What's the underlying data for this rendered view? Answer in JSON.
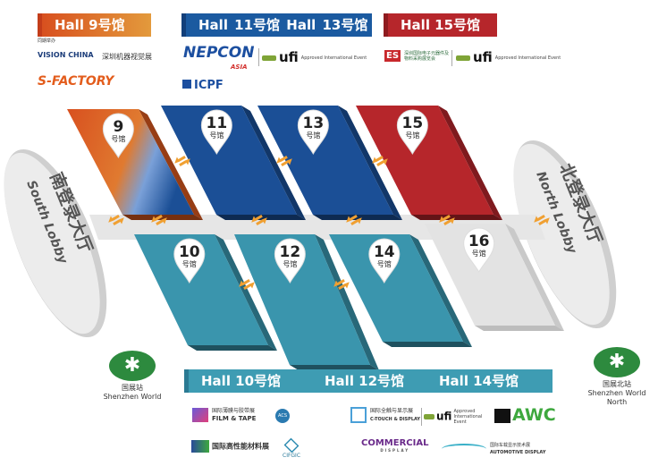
{
  "banners": {
    "hall9": "Hall 9号馆",
    "hall11_13": "Hall 11号馆  Hall 13号馆",
    "hall15": "Hall 15号馆",
    "hall10": "Hall 10号馆",
    "hall12": "Hall 12号馆",
    "hall14": "Hall 14号馆"
  },
  "logos": {
    "hall9_header": "同期举办",
    "vision_china": "VISION CHINA",
    "vision_china_sub": "深圳机器视觉展",
    "s_factory": "S-FACTORY",
    "nepcon": "NEPCON",
    "nepcon_sub": "ASIA",
    "icpf": "ICPF",
    "es_show": "ES",
    "es_show_text": "深圳国际电子元器件及物料采购展览会",
    "ufi": "ufi",
    "ufi_note": "Approved International Event",
    "film_tape": "FILM & TAPE",
    "film_tape_cn": "国际薄膜与胶带展",
    "acs": "ACS",
    "c_touch": "C-TOUCH & DISPLAY",
    "c_touch_cn": "国际全触与显示展",
    "awc": "AWC",
    "functional_materials": "国际高性能材料展",
    "cifgic": "CIFGIC",
    "commercial": "COMMERCIAL",
    "commercial_sub": "DISPLAY",
    "automotive": "AUTOMOTIVE DISPLAY",
    "automotive_cn": "国际车载显示技术展"
  },
  "halls": [
    {
      "id": "9",
      "num": "9",
      "sub": "号馆",
      "color": "#d8581f"
    },
    {
      "id": "11",
      "num": "11",
      "sub": "号馆",
      "color": "#1b4f96"
    },
    {
      "id": "13",
      "num": "13",
      "sub": "号馆",
      "color": "#1b4f96"
    },
    {
      "id": "15",
      "num": "15",
      "sub": "号馆",
      "color": "#b6262b"
    },
    {
      "id": "10",
      "num": "10",
      "sub": "号馆",
      "color": "#3a95ad"
    },
    {
      "id": "12",
      "num": "12",
      "sub": "号馆",
      "color": "#3a95ad"
    },
    {
      "id": "14",
      "num": "14",
      "sub": "号馆",
      "color": "#3a95ad"
    },
    {
      "id": "16",
      "num": "16",
      "sub": "号馆",
      "color": "#e3e3e3"
    }
  ],
  "lobbies": {
    "south_cn": "南登录大厅",
    "south_en": "South Lobby",
    "north_cn": "北登录大厅",
    "north_en": "North Lobby"
  },
  "metro": {
    "south_cn": "国展站",
    "south_en": "Shenzhen World",
    "north_cn": "国展北站",
    "north_en1": "Shenzhen World",
    "north_en2": "North"
  },
  "colors": {
    "arrow": "#f0a032",
    "corridor": "#e6e6e6"
  }
}
